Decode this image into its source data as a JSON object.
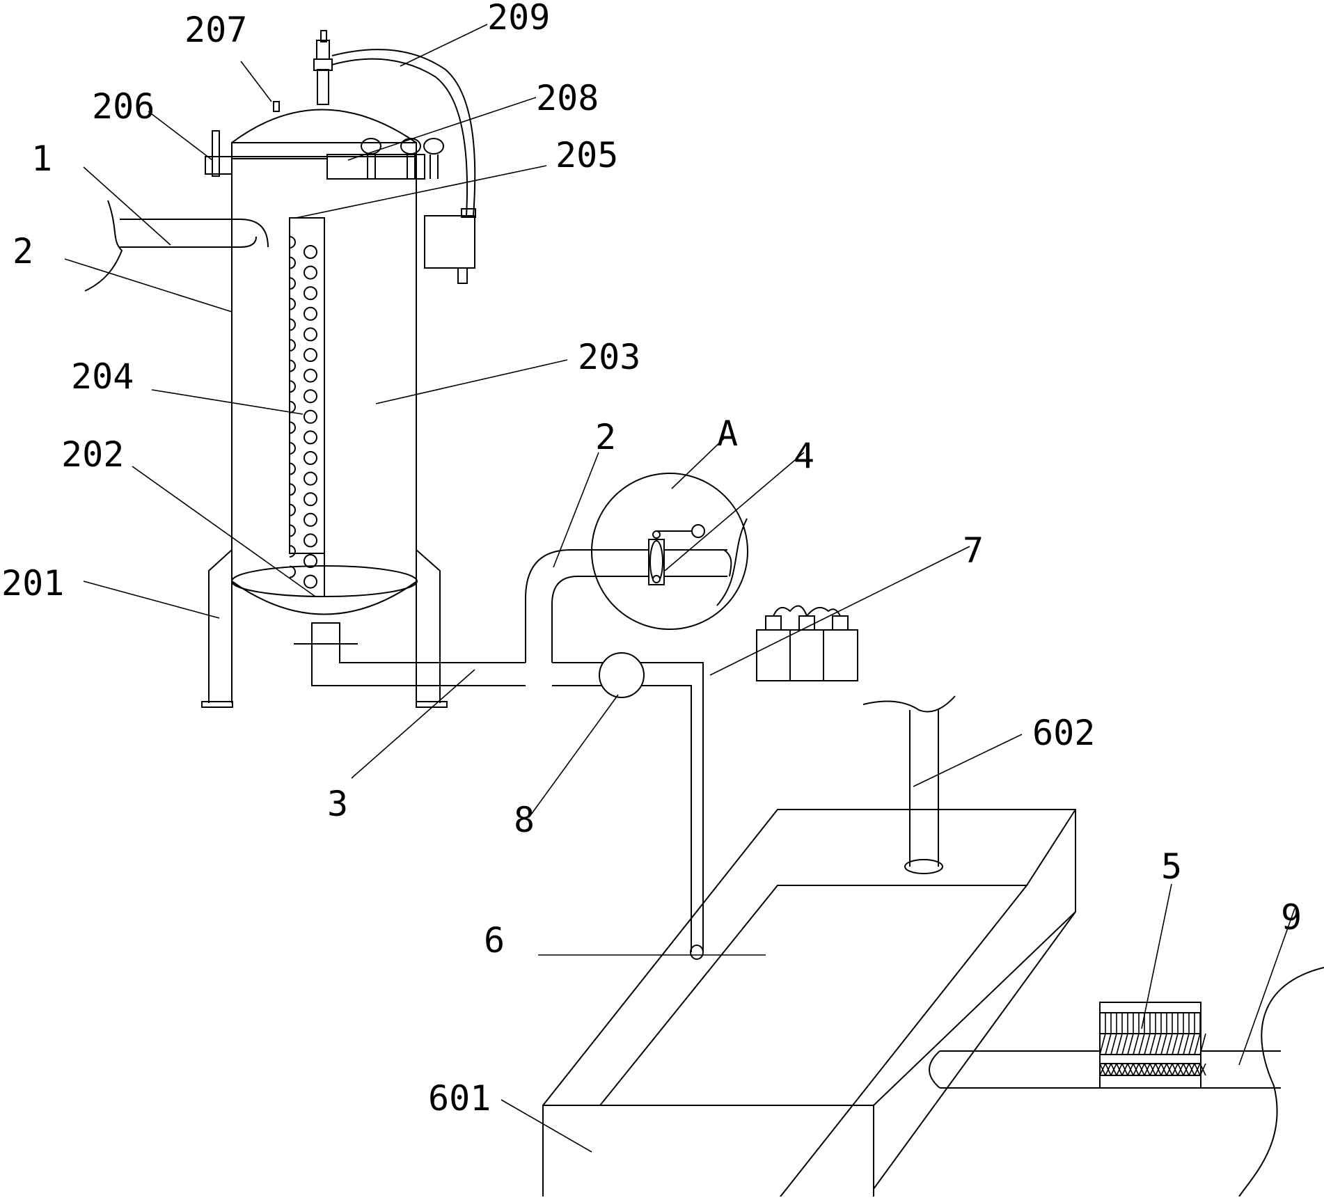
{
  "labels": {
    "l207": "207",
    "l209": "209",
    "l206": "206",
    "l208": "208",
    "l1": "1",
    "l205": "205",
    "l2a": "2",
    "l203": "203",
    "l204": "204",
    "l202": "202",
    "l2b": "2",
    "lA": "A",
    "l4": "4",
    "l7": "7",
    "l201": "201",
    "l602": "602",
    "l3": "3",
    "l8": "8",
    "l5": "5",
    "l9": "9",
    "l6": "6",
    "l601": "601"
  },
  "colors": {
    "line": "#000000",
    "background": "#ffffff"
  }
}
